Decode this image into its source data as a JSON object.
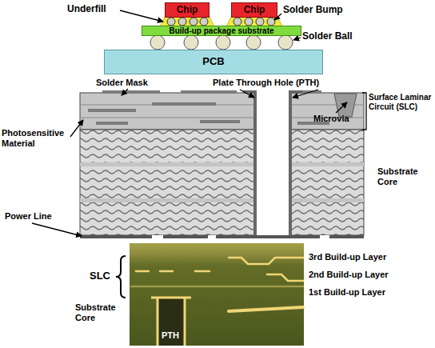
{
  "diagram": {
    "nodes": [
      {
        "text": [
          "Chip"
        ]
      },
      {
        "text": [
          "Chip"
        ]
      },
      {
        "text": [
          "Build-up package substrate"
        ]
      },
      {
        "text": [
          "PCB"
        ]
      }
    ],
    "labels": [
      "Underfill",
      "Solder Bump",
      "Solder Ball",
      "Solder Mask",
      "Plate Through Hole (PTH)",
      "Microvia",
      "Surface Laminar Circuit (SLC)",
      "Photosensitive Material",
      "Substrate Core",
      "Power Line",
      "3rd Build-up Layer",
      "2nd Build-up Layer",
      "1st Build-up Layer",
      "SLC",
      "Substrate Core",
      "PTH"
    ]
  }
}
